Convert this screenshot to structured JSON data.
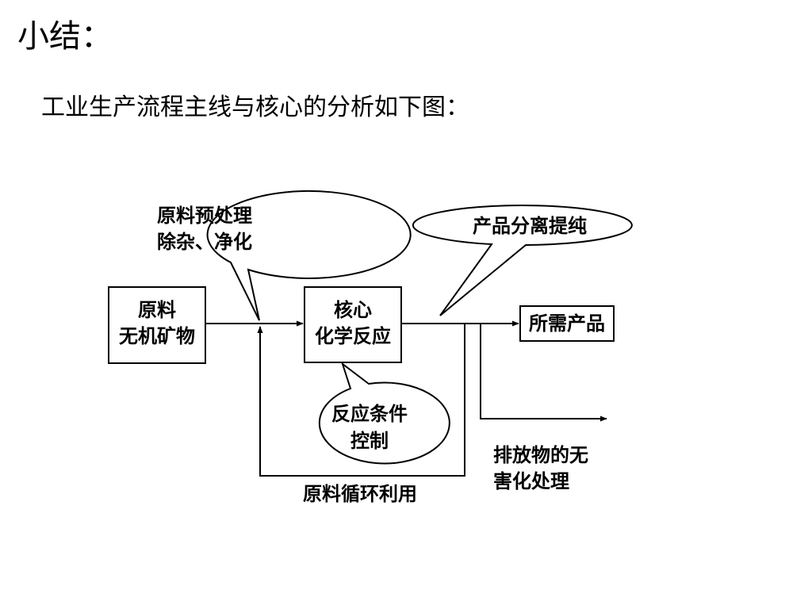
{
  "title": "小结：",
  "subtitle": "工业生产流程主线与核心的分析如下图：",
  "diagram": {
    "raw_material_box": {
      "line1": "原料",
      "line2": "无机矿物"
    },
    "core_box": {
      "line1": "核心",
      "line2": "化学反应"
    },
    "product_box": {
      "label": "所需产品"
    },
    "pretreatment_bubble": {
      "line1": "原料预处理",
      "line2": "除杂、净化"
    },
    "separation_bubble": {
      "label": "产品分离提纯"
    },
    "condition_bubble": {
      "line1": "反应条件",
      "line2": "控制"
    },
    "recycle_label": "原料循环利用",
    "emission_label": {
      "line1": "排放物的无",
      "line2": "害化处理"
    }
  }
}
